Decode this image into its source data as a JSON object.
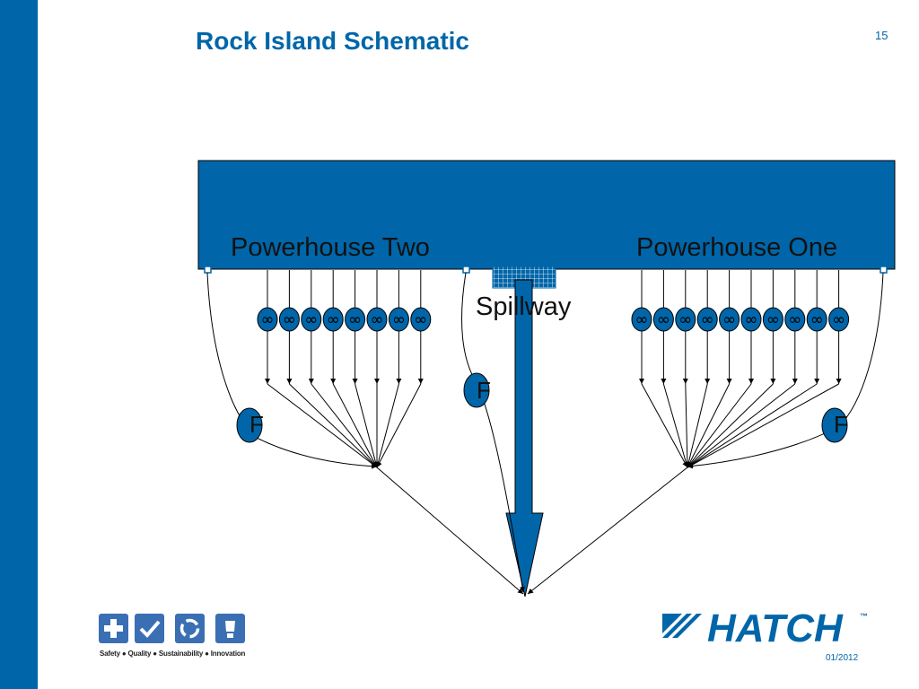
{
  "slide": {
    "title": "Rock Island Schematic",
    "page_number": "15",
    "date": "01/2012"
  },
  "diagram": {
    "powerhouse_two_label": "Powerhouse Two",
    "powerhouse_one_label": "Powerhouse One",
    "spillway_label": "Spillway",
    "fishway_label": "F",
    "turbine_symbol": "∞",
    "powerhouse_two_units": 8,
    "powerhouse_one_units": 10,
    "colors": {
      "reservoir": "#0066a9",
      "unit": "#0066a9",
      "line": "#000000"
    }
  },
  "footer": {
    "values_text": "Safety ● Quality ● Sustainability ● Innovation",
    "brand": "HATCH",
    "trademark": "™",
    "icons": [
      "plus-icon",
      "check-icon",
      "recycle-icon",
      "lightbulb-icon"
    ]
  }
}
